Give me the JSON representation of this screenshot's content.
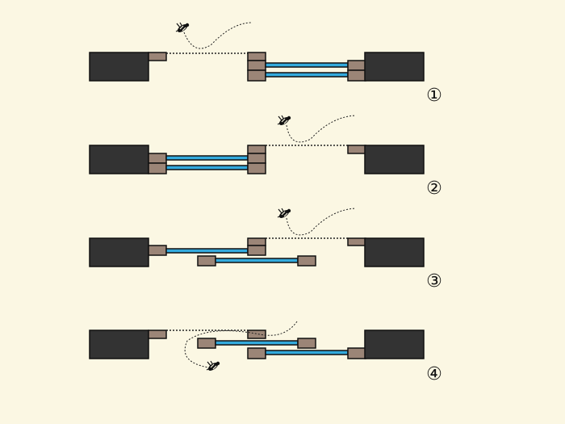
{
  "diagram": {
    "colors": {
      "background": "#fbf7e3",
      "block": "#333333",
      "connector": "#9b8577",
      "wire": "#33aadd",
      "outline": "#111111"
    },
    "steps": [
      {
        "id": 1,
        "label": "①"
      },
      {
        "id": 2,
        "label": "②"
      },
      {
        "id": 3,
        "label": "③"
      },
      {
        "id": 4,
        "label": "④"
      }
    ],
    "icons": [
      "bee-icon"
    ]
  }
}
